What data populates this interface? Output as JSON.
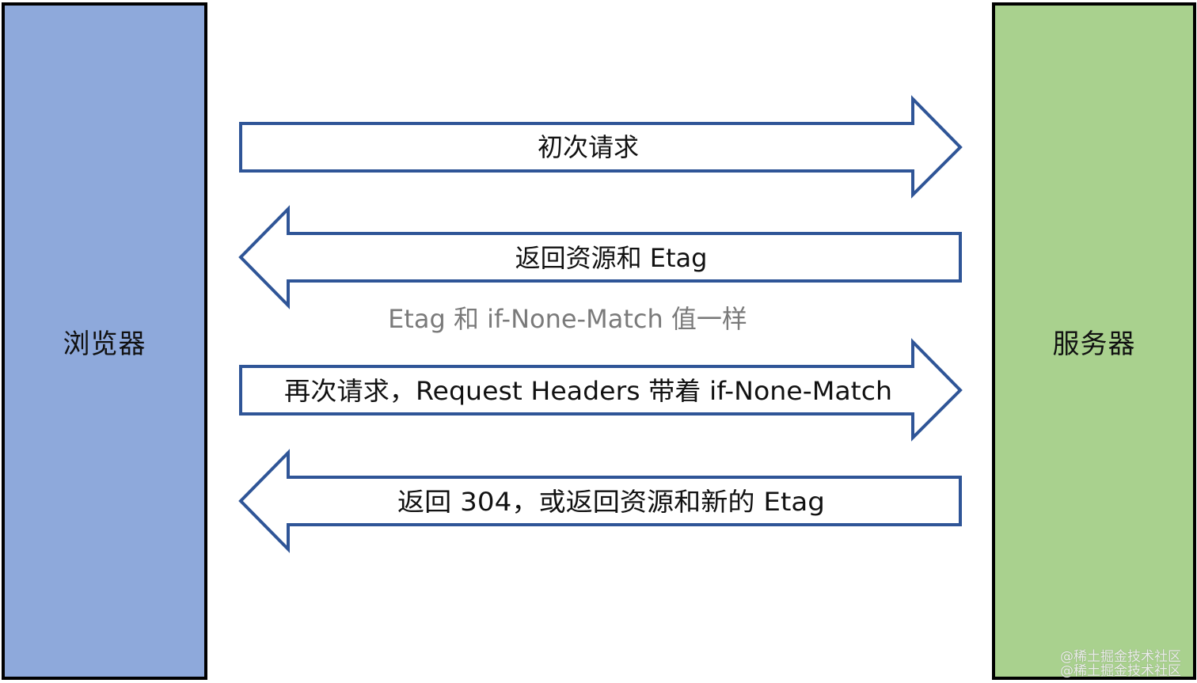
{
  "colors": {
    "browser_fill": "#8ea9db",
    "server_fill": "#a9d18e",
    "arrow_stroke": "#2f5597",
    "note_text": "#7a7a7a"
  },
  "browser": {
    "label": "浏览器"
  },
  "server": {
    "label": "服务器"
  },
  "arrows": [
    {
      "direction": "right",
      "label": "初次请求"
    },
    {
      "direction": "left",
      "label": "返回资源和 Etag"
    },
    {
      "direction": "right",
      "label": "再次请求，Request Headers 带着 if-None-Match"
    },
    {
      "direction": "left",
      "label": "返回 304，或返回资源和新的 Etag"
    }
  ],
  "note": "Etag 和 if-None-Match 值一样",
  "watermark": [
    "@稀土掘金技术社区",
    "@稀土掘金技术社区"
  ]
}
